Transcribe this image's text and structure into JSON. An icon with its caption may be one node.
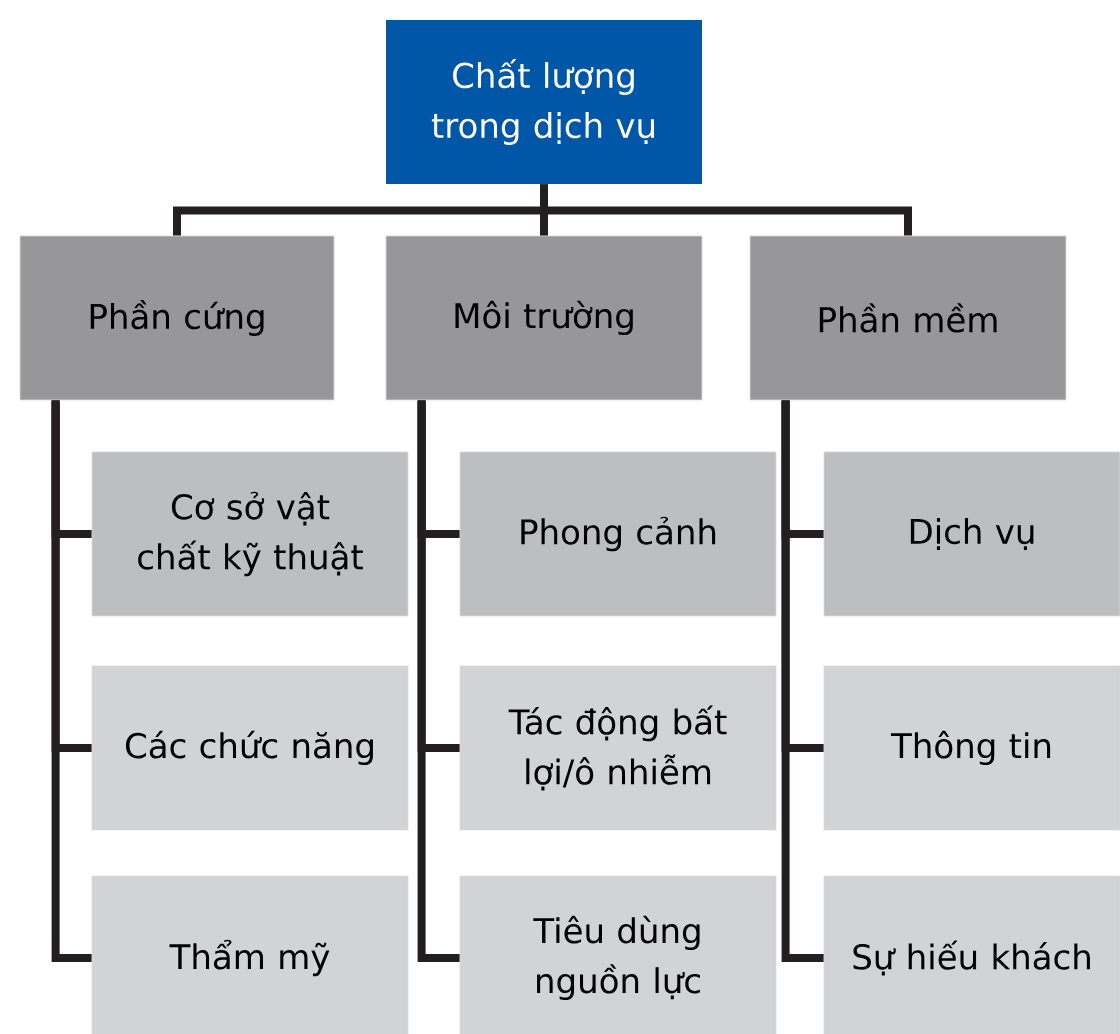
{
  "diagram": {
    "nodes": [
      {
        "text": [
          "Chất lượng trong dịch vụ"
        ]
      },
      {
        "text": [
          "Phần cứng"
        ]
      },
      {
        "text": [
          "Môi trường"
        ]
      },
      {
        "text": [
          "Phần mềm"
        ]
      },
      {
        "text": [
          "Cơ sở vật chất kỹ thuật"
        ]
      },
      {
        "text": [
          "Các chức năng"
        ]
      },
      {
        "text": [
          "Thẩm mỹ"
        ]
      },
      {
        "text": [
          "Phong cảnh"
        ]
      },
      {
        "text": [
          "Tác động bất lợi/ô nhiễm"
        ]
      },
      {
        "text": [
          "Tiêu dùng nguồn lực"
        ]
      },
      {
        "text": [
          "Dịch vụ"
        ]
      },
      {
        "text": [
          "Thông tin"
        ]
      },
      {
        "text": [
          "Sự hiếu khách"
        ]
      }
    ],
    "edges": [
      {
        "from": 0,
        "to": 1,
        "arrow": "none"
      },
      {
        "from": 0,
        "to": 2,
        "arrow": "none"
      },
      {
        "from": 0,
        "to": 3,
        "arrow": "none"
      },
      {
        "from": 1,
        "to": 4,
        "arrow": "none"
      },
      {
        "from": 1,
        "to": 5,
        "arrow": "none"
      },
      {
        "from": 1,
        "to": 6,
        "arrow": "none"
      },
      {
        "from": 2,
        "to": 7,
        "arrow": "none"
      },
      {
        "from": 2,
        "to": 8,
        "arrow": "none"
      },
      {
        "from": 2,
        "to": 9,
        "arrow": "none"
      },
      {
        "from": 3,
        "to": 10,
        "arrow": "none"
      },
      {
        "from": 3,
        "to": 11,
        "arrow": "none"
      },
      {
        "from": 3,
        "to": 12,
        "arrow": "none"
      }
    ]
  }
}
